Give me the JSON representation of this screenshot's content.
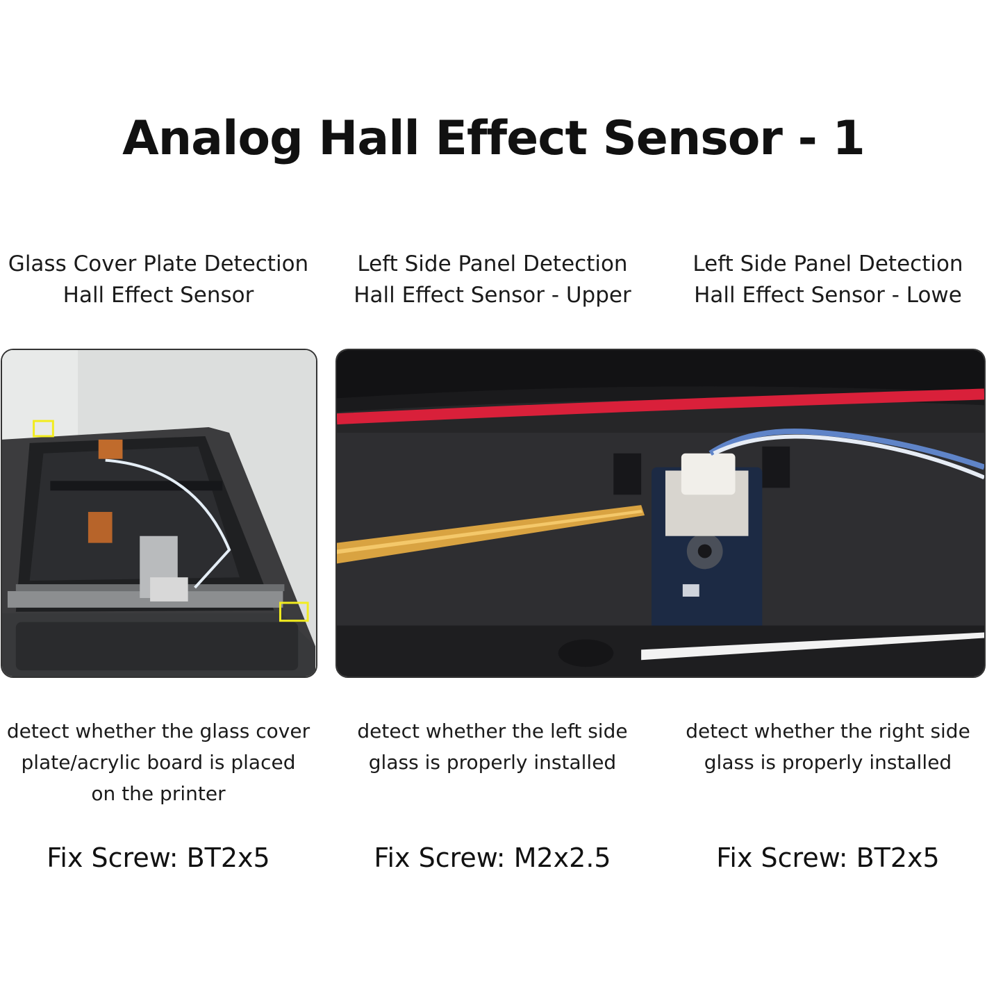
{
  "title": "Analog Hall Effect Sensor - 1",
  "sensors": [
    {
      "caption_line1": "Glass Cover Plate Detection",
      "caption_line2": "Hall Effect Sensor",
      "desc_line1": "detect whether the glass cover",
      "desc_line2": "plate/acrylic board is placed",
      "desc_line3": "on the printer",
      "screw": "Fix Screw: BT2x5"
    },
    {
      "caption_line1": "Left Side Panel Detection",
      "caption_line2": "Hall Effect Sensor - Upper",
      "desc_line1": "detect whether the left side",
      "desc_line2": "glass is properly installed",
      "screw": "Fix Screw: M2x2.5"
    },
    {
      "caption_line1": "Left Side Panel Detection",
      "caption_line2": "Hall Effect Sensor - Lowe",
      "desc_line1": "detect whether the right side",
      "desc_line2": "glass is properly installed",
      "screw": "Fix Screw: BT2x5"
    }
  ],
  "colors": {
    "highlight_box": "#f2ec1f",
    "red_cable": "#d9203a",
    "brass_rod": "#d9a341",
    "pcb": "#1c2a44"
  }
}
